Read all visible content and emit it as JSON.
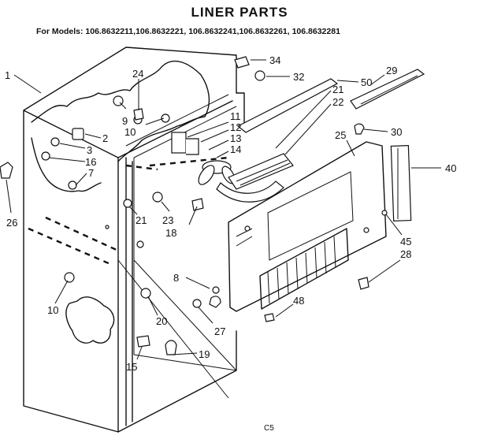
{
  "title": "LINER PARTS",
  "subtitle": "For Models: 106.8632211,106.8632221, 106.8632241,106.8632261, 106.8632281",
  "footer": "C5",
  "callouts": [
    "1",
    "24",
    "9",
    "10",
    "2",
    "3",
    "16",
    "7",
    "26",
    "11",
    "12",
    "13",
    "14",
    "21",
    "22",
    "34",
    "32",
    "50",
    "29",
    "30",
    "25",
    "40",
    "23",
    "18",
    "21",
    "45",
    "28",
    "8",
    "48",
    "10",
    "20",
    "27",
    "15",
    "19"
  ]
}
